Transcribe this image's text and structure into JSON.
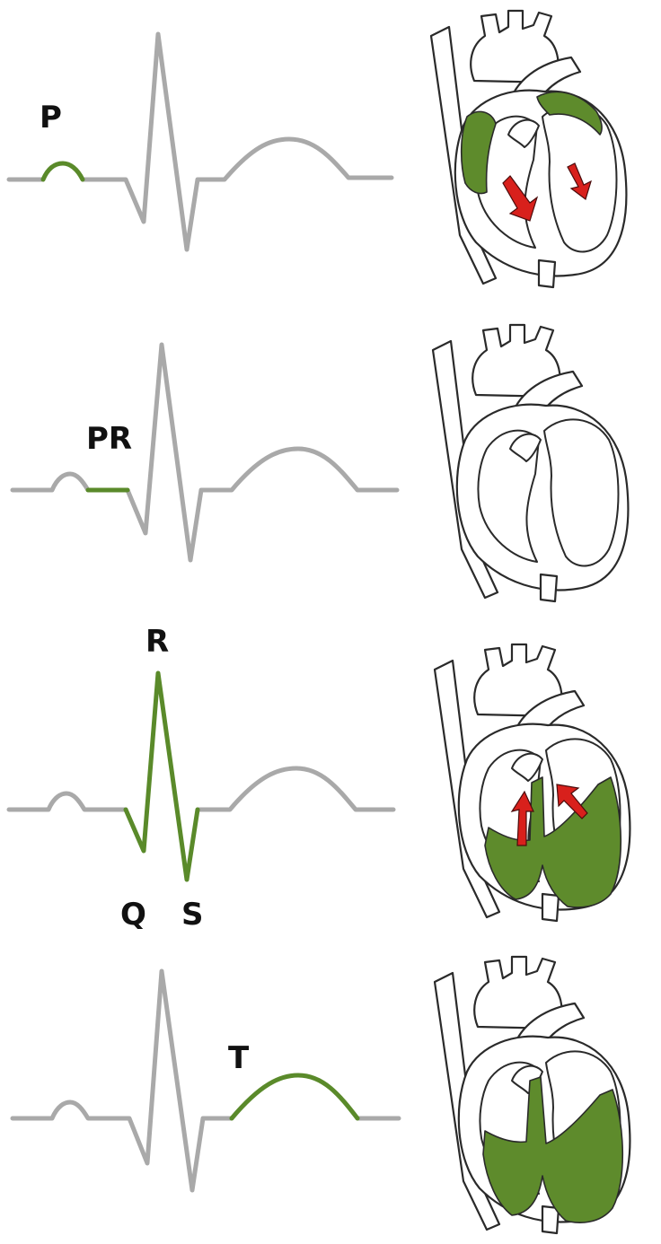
{
  "panels": [
    {
      "phase": "p-wave",
      "labels": {
        "p": "P"
      },
      "highlight": "atria",
      "arrows": "down"
    },
    {
      "phase": "pr-segment",
      "labels": {
        "pr": "PR"
      },
      "highlight": "none",
      "arrows": "none"
    },
    {
      "phase": "qrs-complex",
      "labels": {
        "r": "R",
        "q": "Q",
        "s": "S"
      },
      "highlight": "ventricles",
      "arrows": "up"
    },
    {
      "phase": "t-wave",
      "labels": {
        "t": "T"
      },
      "highlight": "ventricles",
      "arrows": "none"
    }
  ],
  "colors": {
    "highlight_green": "#5a8a2a",
    "trace_gray": "#a9a9a9",
    "arrow_red": "#d8201c"
  }
}
